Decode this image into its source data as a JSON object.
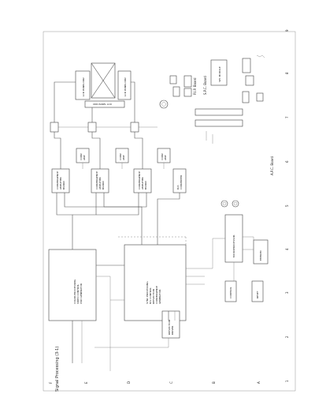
{
  "page": {
    "title": "Signal Processing (3-1)"
  },
  "margin": {
    "letters": [
      "F",
      "E",
      "D",
      "C",
      "B",
      "A"
    ],
    "numbers": [
      "1",
      "2",
      "3",
      "4",
      "5",
      "6",
      "7",
      "8",
      "9"
    ]
  },
  "boards": {
    "pip": "P.I.P. Board",
    "spc": "S.P.C. Board",
    "apc": "A.P.C. Board"
  },
  "blocks": {
    "color": [
      "COLOR PROCESSING",
      "VIDEO CONTROL",
      "OSD GENERATOR"
    ],
    "sync": [
      "SYNC PROCESSING",
      "H/V CONTROL",
      "DEFLECTION",
      "CONVERGENCE",
      "GENERATOR"
    ],
    "deflection": [
      "DEFLECTION",
      "DRIVER"
    ],
    "channel": [
      "CONVERGENCE",
      "AMPLIFIER",
      "BOARD"
    ],
    "converter": [
      "D/A",
      "CONVERTER"
    ],
    "small": [
      "CONV",
      "AMP"
    ],
    "panelDriver": "LCD PANEL DRV",
    "panel": "XDR PANEL LCD",
    "micro": "MICROPROCESSOR",
    "eeprom": "EEPROM",
    "control": "CONTROL",
    "reset": "RESET",
    "spcModule": "SPC MODULE"
  }
}
